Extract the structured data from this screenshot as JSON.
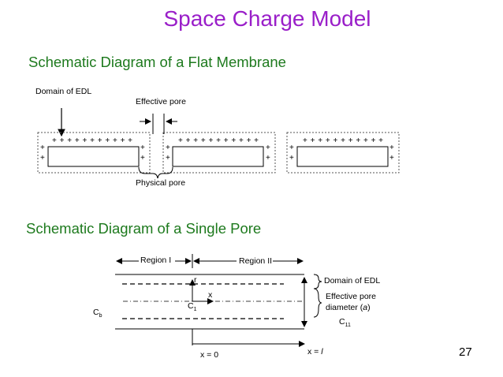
{
  "slide": {
    "title": "Space Charge Model",
    "page_number": "27",
    "accent_color": "#9a1fc9",
    "heading_color": "#1e7a1e"
  },
  "flat_membrane": {
    "heading": "Schematic Diagram of a Flat Membrane",
    "domain_label": "Domain of EDL",
    "effective_pore_label": "Effective pore",
    "physical_pore_label": "Physical pore",
    "top_charges": "+ + + + + + + + + + +",
    "side_charge": "+"
  },
  "single_pore": {
    "heading": "Schematic Diagram of a Single Pore",
    "region1_label": "Region I",
    "region2_label": "Region II",
    "domain_label": "Domain of EDL",
    "effective_pore_line1": "Effective pore",
    "effective_pore_line2_text": "diameter (",
    "effective_pore_symbol": "a",
    "effective_pore_close": ")",
    "r_label": "r",
    "x_label": "x",
    "c1_main": "C",
    "c1_sub": "1",
    "cb_main": "C",
    "cb_sub": "b",
    "c11_main": "C",
    "c11_sub": "11",
    "x0_label": "x = 0",
    "xl_text": "x = ",
    "xl_symbol": "l"
  }
}
